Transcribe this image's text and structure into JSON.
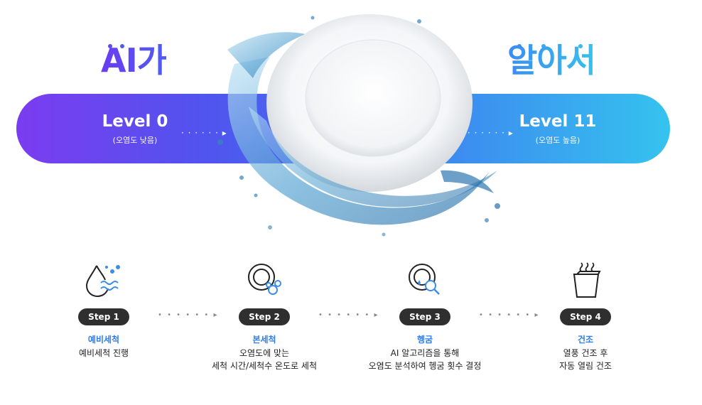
{
  "headline": {
    "left": "AI가",
    "right": "알아서"
  },
  "banner": {
    "left": {
      "level": "Level 0",
      "sub": "(오염도 낮음)"
    },
    "right": {
      "level": "Level 11",
      "sub": "(오염도 높음)"
    }
  },
  "steps": [
    {
      "label": "Step 1",
      "title": "예비세척",
      "desc": [
        "예비세척 진행"
      ],
      "icon": "water-drop-icon"
    },
    {
      "label": "Step 2",
      "title": "본세척",
      "desc": [
        "오염도에 맞는",
        "세척 시간/세척수 온도로 세척"
      ],
      "icon": "plate-bubbles-icon"
    },
    {
      "label": "Step 3",
      "title": "헹굼",
      "desc": [
        "AI 알고리즘을 통해",
        "오염도 분석하여 헹굼 횟수 결정"
      ],
      "icon": "plate-magnifier-icon"
    },
    {
      "label": "Step 4",
      "title": "건조",
      "desc": [
        "열풍 건조 후",
        "자동 열림 건조"
      ],
      "icon": "drying-icon"
    }
  ],
  "colors": {
    "purple": "#7b3cf0",
    "cyan": "#35c3ee",
    "step_title": "#2e7df0",
    "pill": "#2f2f2f"
  }
}
